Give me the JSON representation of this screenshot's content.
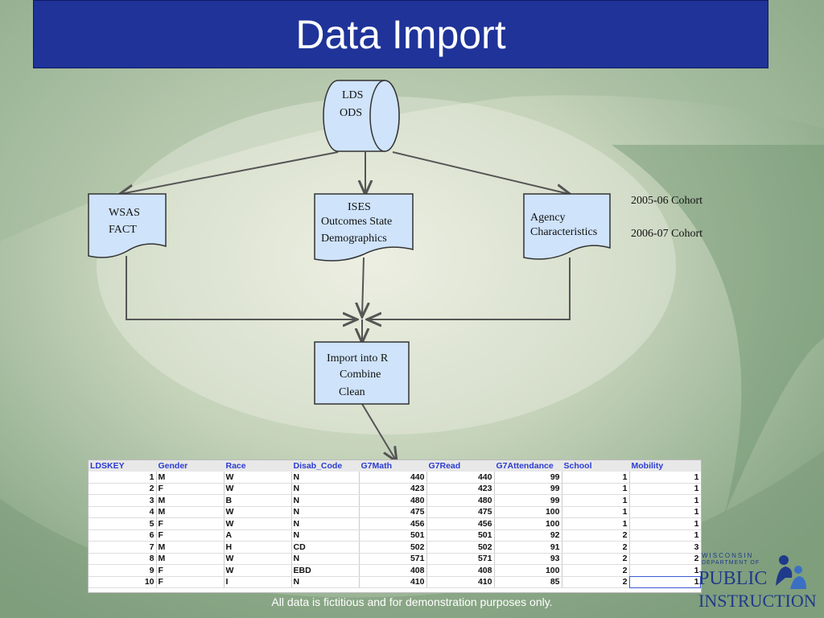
{
  "slide": {
    "title": "Data Import",
    "footer": "All data is fictitious and for demonstration purposes only."
  },
  "colors": {
    "title_bar": "#1f3399",
    "shape_fill": "#cfe3fa",
    "shape_stroke": "#333333",
    "arrow": "#555555",
    "header_text": "#2b3bd1",
    "logo": "#1f3a8a"
  },
  "diagram": {
    "database": {
      "line1": "LDS",
      "line2": "ODS"
    },
    "doc_wsas": {
      "line1": "WSAS",
      "line2": "FACT"
    },
    "doc_ises": {
      "line1": "ISES",
      "line2": "Outcomes State",
      "line3": "Demographics"
    },
    "doc_agency": {
      "line1": "Agency",
      "line2": "Characteristics"
    },
    "process": {
      "line1": "Import into R",
      "line2": "Combine",
      "line3": "Clean"
    },
    "cohorts": [
      "2005-06 Cohort",
      "2006-07 Cohort"
    ]
  },
  "table": {
    "columns": [
      "LDSKEY",
      "Gender",
      "Race",
      "Disab_Code",
      "G7Math",
      "G7Read",
      "G7Attendance",
      "School",
      "Mobility"
    ],
    "rows": [
      [
        "1",
        "M",
        "W",
        "N",
        "440",
        "440",
        "99",
        "1",
        "1"
      ],
      [
        "2",
        "F",
        "W",
        "N",
        "423",
        "423",
        "99",
        "1",
        "1"
      ],
      [
        "3",
        "M",
        "B",
        "N",
        "480",
        "480",
        "99",
        "1",
        "1"
      ],
      [
        "4",
        "M",
        "W",
        "N",
        "475",
        "475",
        "100",
        "1",
        "1"
      ],
      [
        "5",
        "F",
        "W",
        "N",
        "456",
        "456",
        "100",
        "1",
        "1"
      ],
      [
        "6",
        "F",
        "A",
        "N",
        "501",
        "501",
        "92",
        "2",
        "1"
      ],
      [
        "7",
        "M",
        "H",
        "CD",
        "502",
        "502",
        "91",
        "2",
        "3"
      ],
      [
        "8",
        "M",
        "W",
        "N",
        "571",
        "571",
        "93",
        "2",
        "2"
      ],
      [
        "9",
        "F",
        "W",
        "EBD",
        "408",
        "408",
        "100",
        "2",
        "1"
      ],
      [
        "10",
        "F",
        "I",
        "N",
        "410",
        "410",
        "85",
        "2",
        "1"
      ]
    ]
  },
  "logo": {
    "line1": "WISCONSIN",
    "line2": "DEPARTMENT OF",
    "line3": "PUBLIC",
    "line4": "INSTRUCTION"
  }
}
